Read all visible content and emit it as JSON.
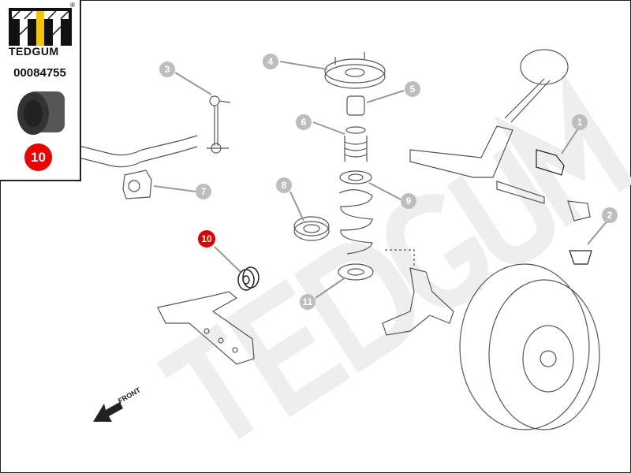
{
  "brand": {
    "name": "TEDGUM",
    "registered": "®"
  },
  "part_number": "00084755",
  "highlighted_part": "10",
  "colors": {
    "accent_red": "#e00000",
    "callout_gray": "#bdbdbd",
    "logo_yellow": "#f5c400"
  },
  "callouts": [
    "1",
    "2",
    "3",
    "4",
    "5",
    "6",
    "7",
    "8",
    "9",
    "10",
    "11"
  ],
  "direction_label": "FRONT",
  "watermark": "TEDGUM"
}
